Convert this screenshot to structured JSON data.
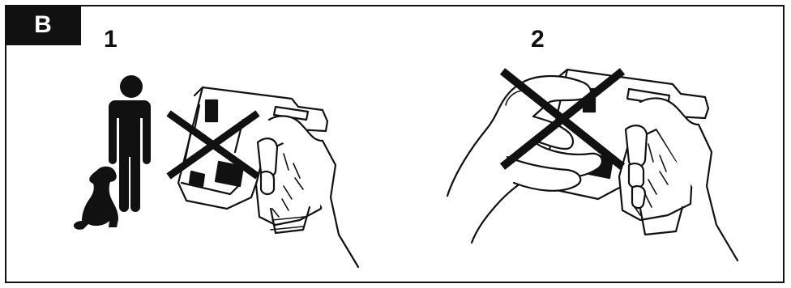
{
  "figure_label": "B",
  "panels": [
    {
      "step": "1",
      "icons": [
        "person-icon",
        "dog-icon",
        "nailer-tool-icon",
        "prohibited-x-icon"
      ]
    },
    {
      "step": "2",
      "icons": [
        "nailer-tool-icon",
        "hand-icon",
        "prohibited-x-icon"
      ]
    }
  ],
  "colors": {
    "ink": "#111111",
    "background": "#ffffff"
  }
}
